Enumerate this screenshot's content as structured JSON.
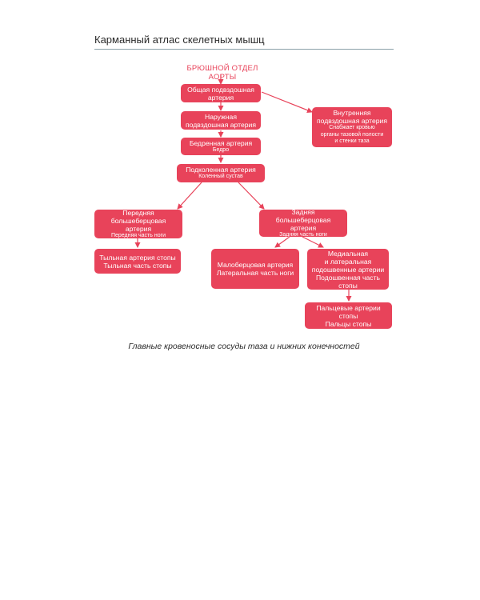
{
  "header": {
    "title": "Карманный атлас скелетных мышц"
  },
  "diagram": {
    "top_label": "БРЮШНОЙ ОТДЕЛ АОРТЫ",
    "nodes": {
      "common_iliac": {
        "title": "Общая подвздошная\nартерия"
      },
      "internal_iliac": {
        "title": "Внутренняя\nподвздошная артерия",
        "subtitle": "Снабжает кровью\nорганы тазовой полости\nи стенки таза"
      },
      "external_iliac": {
        "title": "Наружная\nподвздошная артерия"
      },
      "femoral": {
        "title": "Бедренная артерия",
        "subtitle": "Бедро"
      },
      "popliteal": {
        "title": "Подколенная артерия",
        "subtitle": "Коленный сустав"
      },
      "anterior_tibial": {
        "title": "Передняя\nбольшеберцовая артерия",
        "subtitle": "Передняя часть ноги"
      },
      "posterior_tibial": {
        "title": "Задняя\nбольшеберцовая артерия",
        "subtitle": "Задняя часть ноги"
      },
      "dorsalis_pedis": {
        "title": "Тыльная артерия стопы\nТыльная часть стопы"
      },
      "peroneal": {
        "title": "Малоберцовая артерия\nЛатеральная часть ноги"
      },
      "plantar": {
        "title": "Медиальная\nи латеральная\nподошвенные артерии\nПодошвенная часть\nстопы"
      },
      "digital": {
        "title": "Пальцевые артерии\nстопы\nПальцы стопы"
      }
    }
  },
  "caption": "Главные кровеносные сосуды таза и нижних конечностей",
  "colors": {
    "node": "#e8435a",
    "arrow": "#e8435a"
  }
}
